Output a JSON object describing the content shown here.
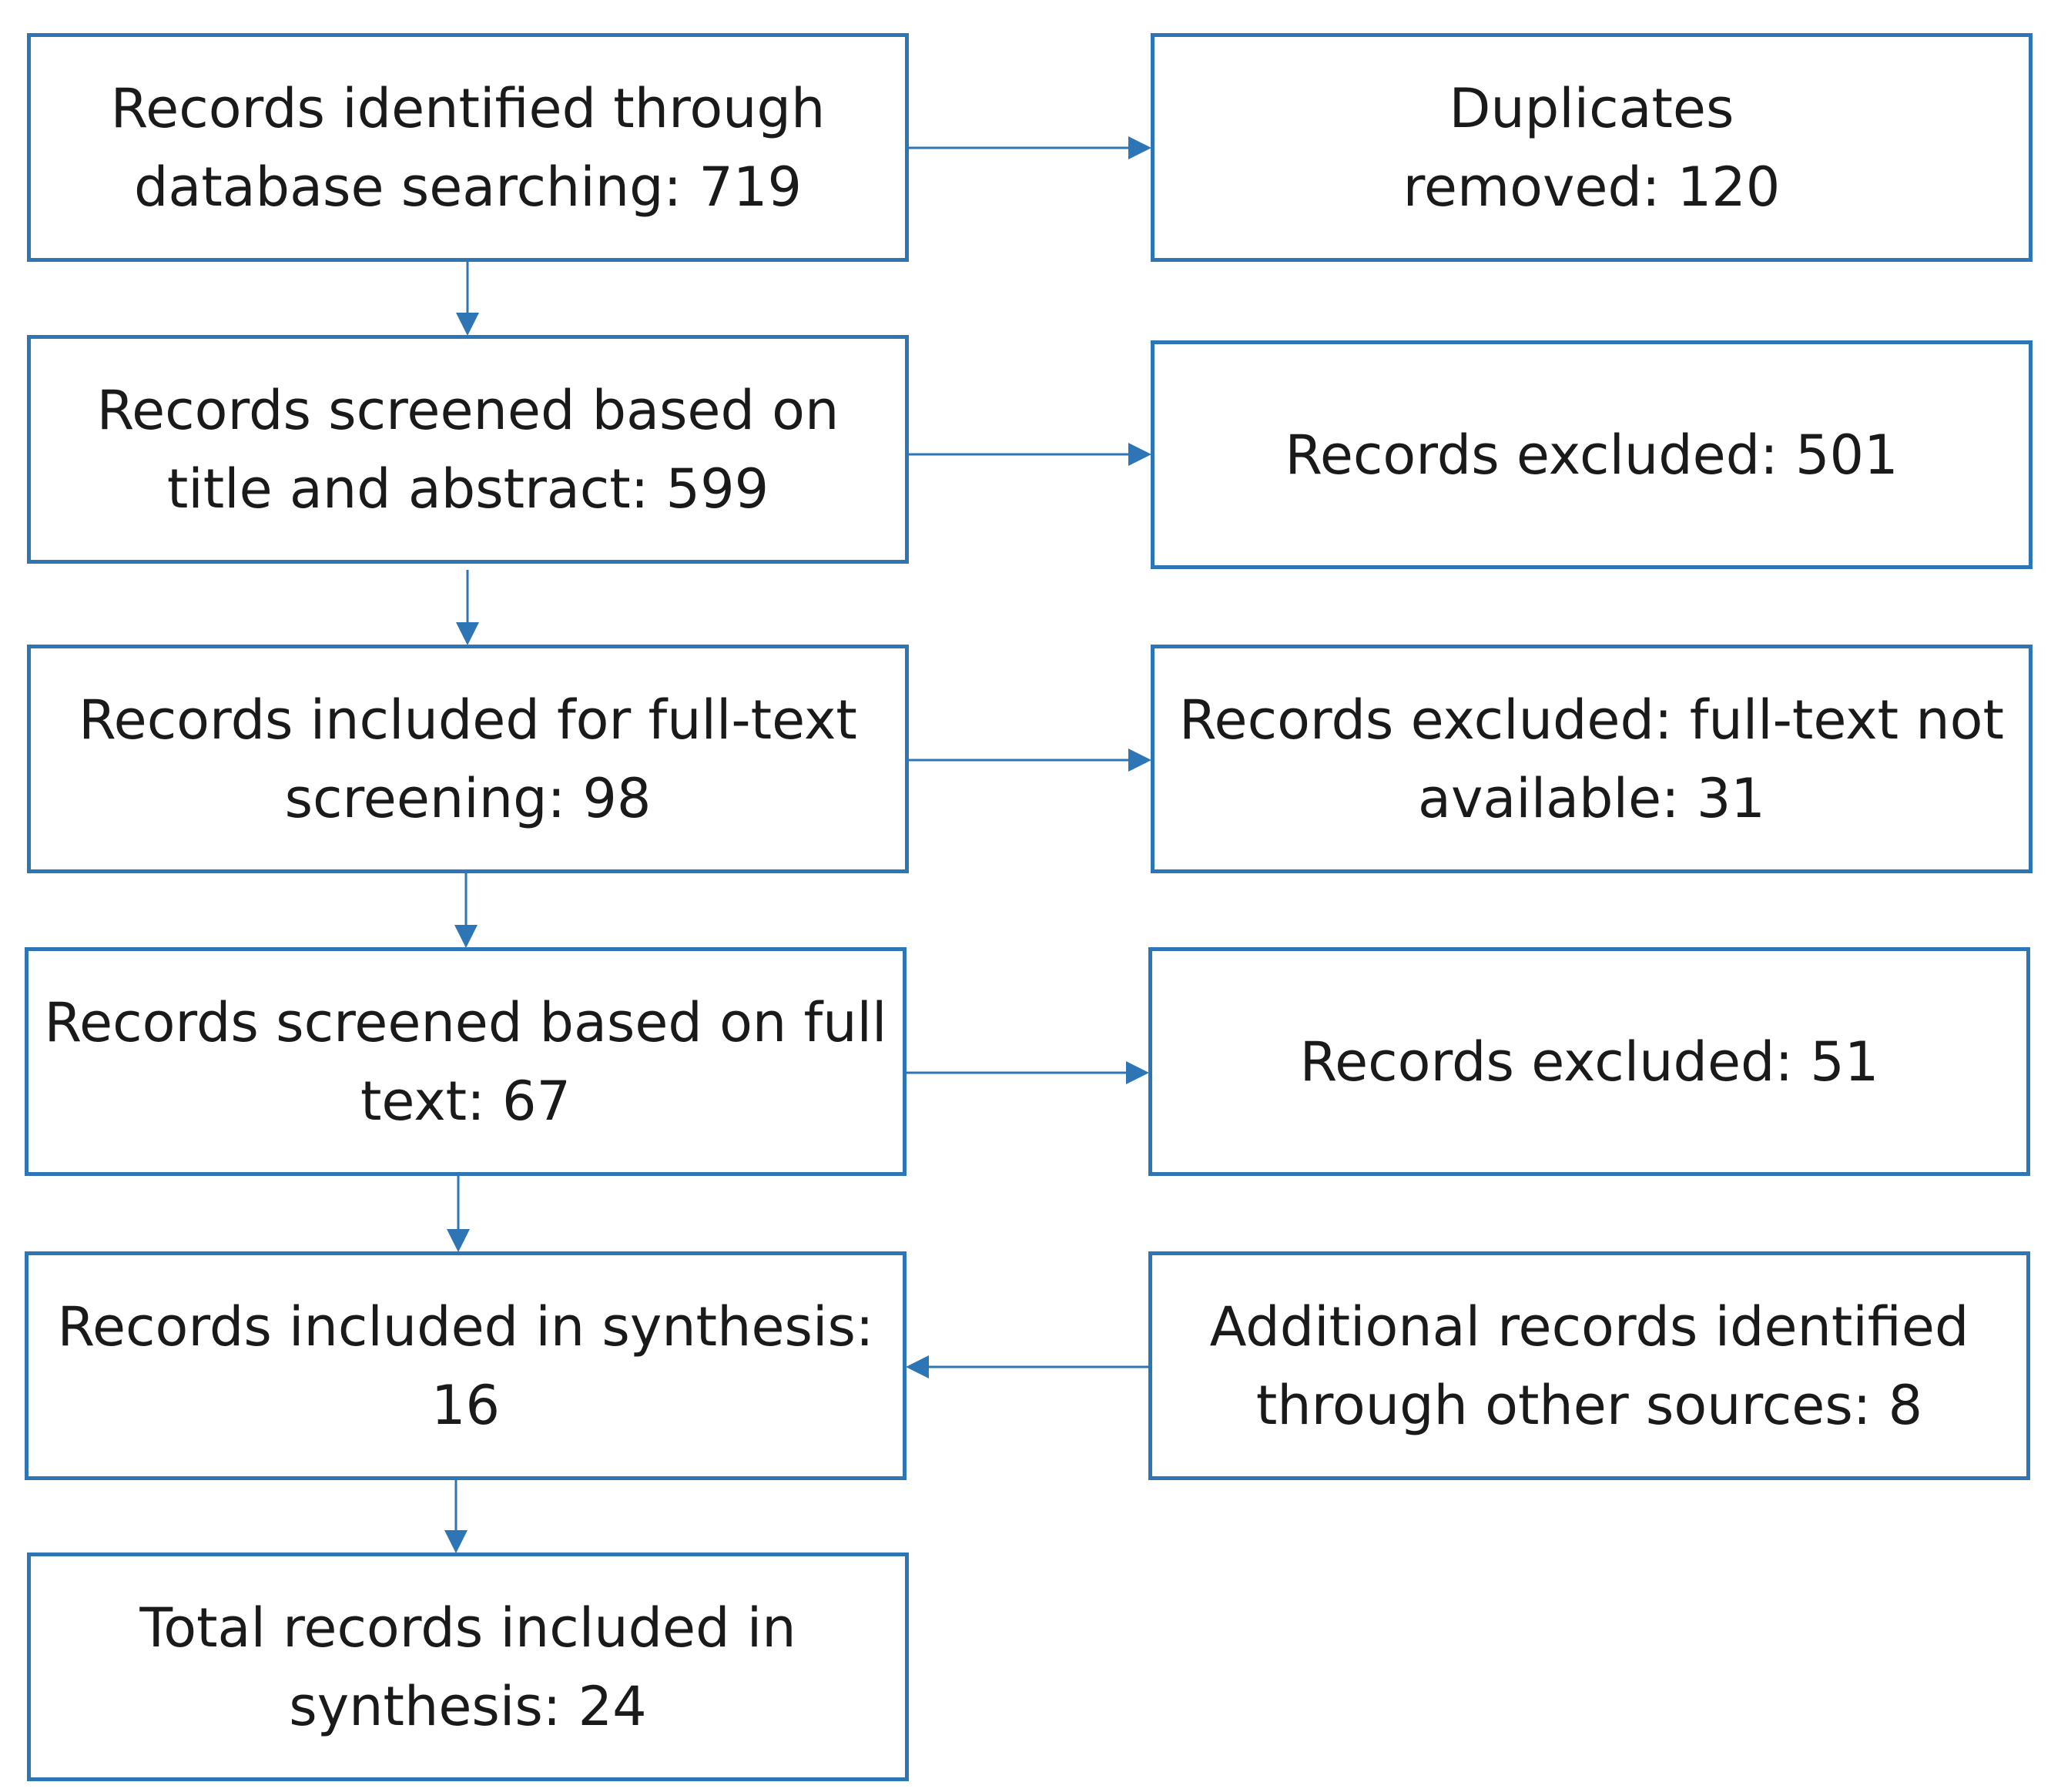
{
  "colors": {
    "accent": "#2e75b6",
    "text": "#1a1a1a",
    "background": "#ffffff"
  },
  "boxes": {
    "identified": [
      "Records identified through",
      "database searching: 719"
    ],
    "screened_title_abstract": [
      "Records screened based on",
      "title and abstract: 599"
    ],
    "fulltext_included": [
      "Records included for full-text",
      "screening: 98"
    ],
    "screened_fulltext": [
      "Records screened based on full",
      "text: 67"
    ],
    "synthesis": [
      "Records included in synthesis:",
      "16"
    ],
    "total": [
      "Total records included in",
      "synthesis: 24"
    ],
    "duplicates": [
      "Duplicates",
      "removed: 120"
    ],
    "excluded_title_abstract": [
      "Records excluded: 501"
    ],
    "excluded_not_available": [
      "Records excluded: full-text not",
      "available: 31"
    ],
    "excluded_fulltext": [
      "Records excluded: 51"
    ],
    "additional": [
      "Additional records identified",
      "through other sources: 8"
    ]
  }
}
